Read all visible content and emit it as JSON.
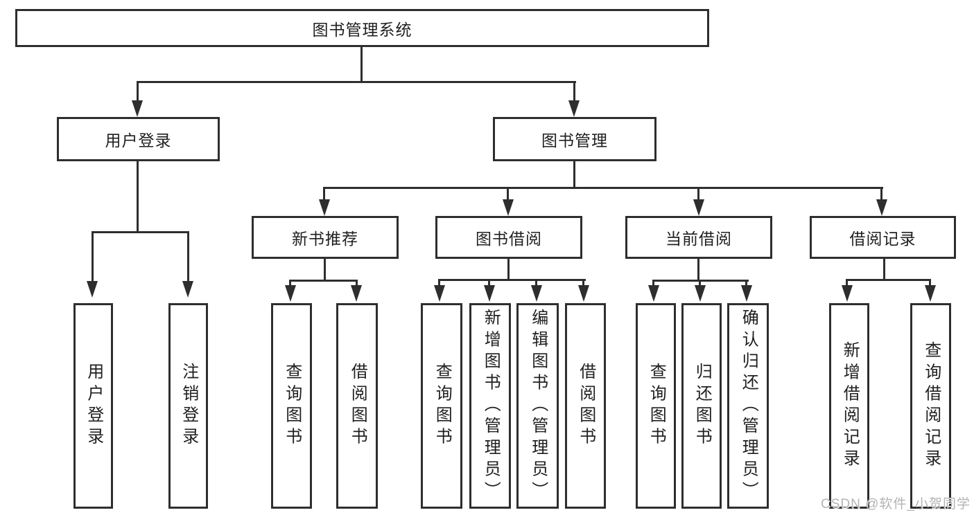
{
  "diagram": {
    "type": "tree",
    "title": "图书管理系统",
    "nodes": {
      "root": {
        "label": "图书管理系统"
      },
      "user_login": {
        "label": "用户登录"
      },
      "book_management": {
        "label": "图书管理"
      },
      "login_leaf": {
        "label": "用户登录"
      },
      "logout_leaf": {
        "label": "注销登录"
      },
      "new_book_recommend": {
        "label": "新书推荐"
      },
      "book_borrow": {
        "label": "图书借阅"
      },
      "current_borrow": {
        "label": "当前借阅"
      },
      "borrow_records": {
        "label": "借阅记录"
      },
      "nbr_query_books": {
        "label": "查询图书"
      },
      "nbr_borrow_books": {
        "label": "借阅图书"
      },
      "bb_query_books": {
        "label": "查询图书"
      },
      "bb_add_books_admin": {
        "label": "新增图书（管理员）"
      },
      "bb_edit_books_admin": {
        "label": "编辑图书（管理员）"
      },
      "bb_borrow_books": {
        "label": "借阅图书"
      },
      "cb_query_books": {
        "label": "查询图书"
      },
      "cb_return_books": {
        "label": "归还图书"
      },
      "cb_confirm_return_admin": {
        "label": "确认归还（管理员）"
      },
      "br_new_record": {
        "label": "新增借阅记录"
      },
      "br_query_record": {
        "label": "查询借阅记录"
      }
    },
    "watermark": "CSDN @软件_小贺同学",
    "colors": {
      "line": "#2e2e2e",
      "text": "#1f1f1f",
      "background": "#ffffff",
      "watermark": "#b3b3b3"
    }
  }
}
